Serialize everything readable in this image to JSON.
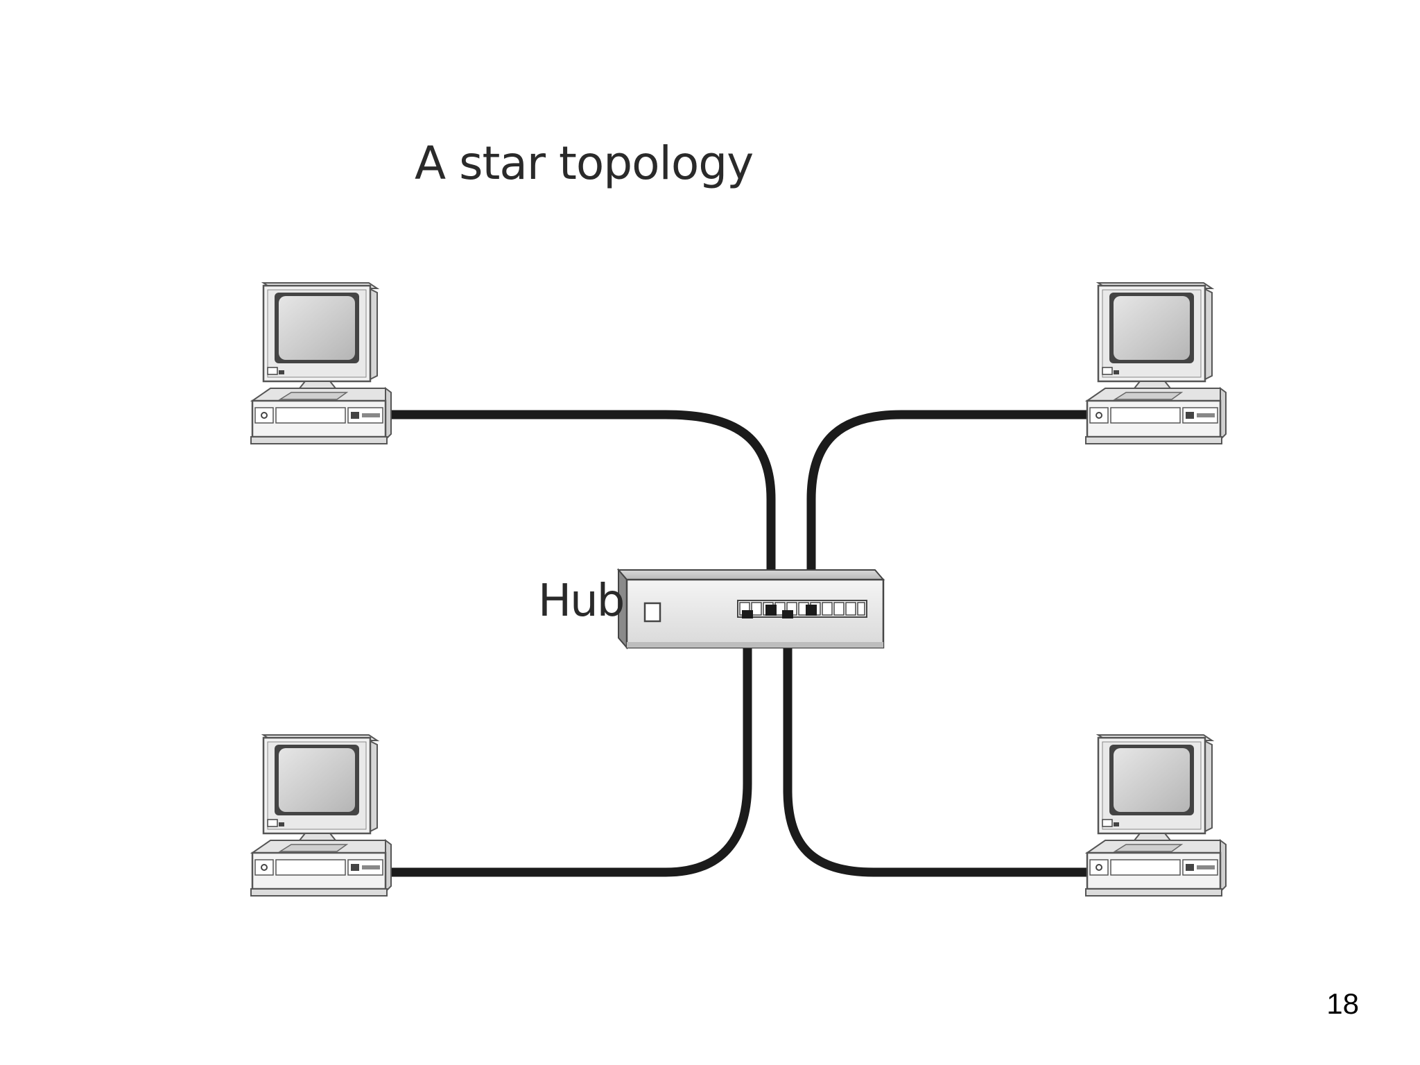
{
  "diagram": {
    "title": "A star topology",
    "hub_label": "Hub"
  },
  "page": {
    "number": "18"
  },
  "colors": {
    "cable": "#1b1b1b",
    "text": "#2a2a2a",
    "screen": "#cfcfcf",
    "case": "#f2f2f2",
    "outline": "#555555"
  },
  "nodes": [
    {
      "id": "computer-top-left"
    },
    {
      "id": "computer-top-right"
    },
    {
      "id": "computer-bottom-left"
    },
    {
      "id": "computer-bottom-right"
    },
    {
      "id": "hub"
    }
  ]
}
